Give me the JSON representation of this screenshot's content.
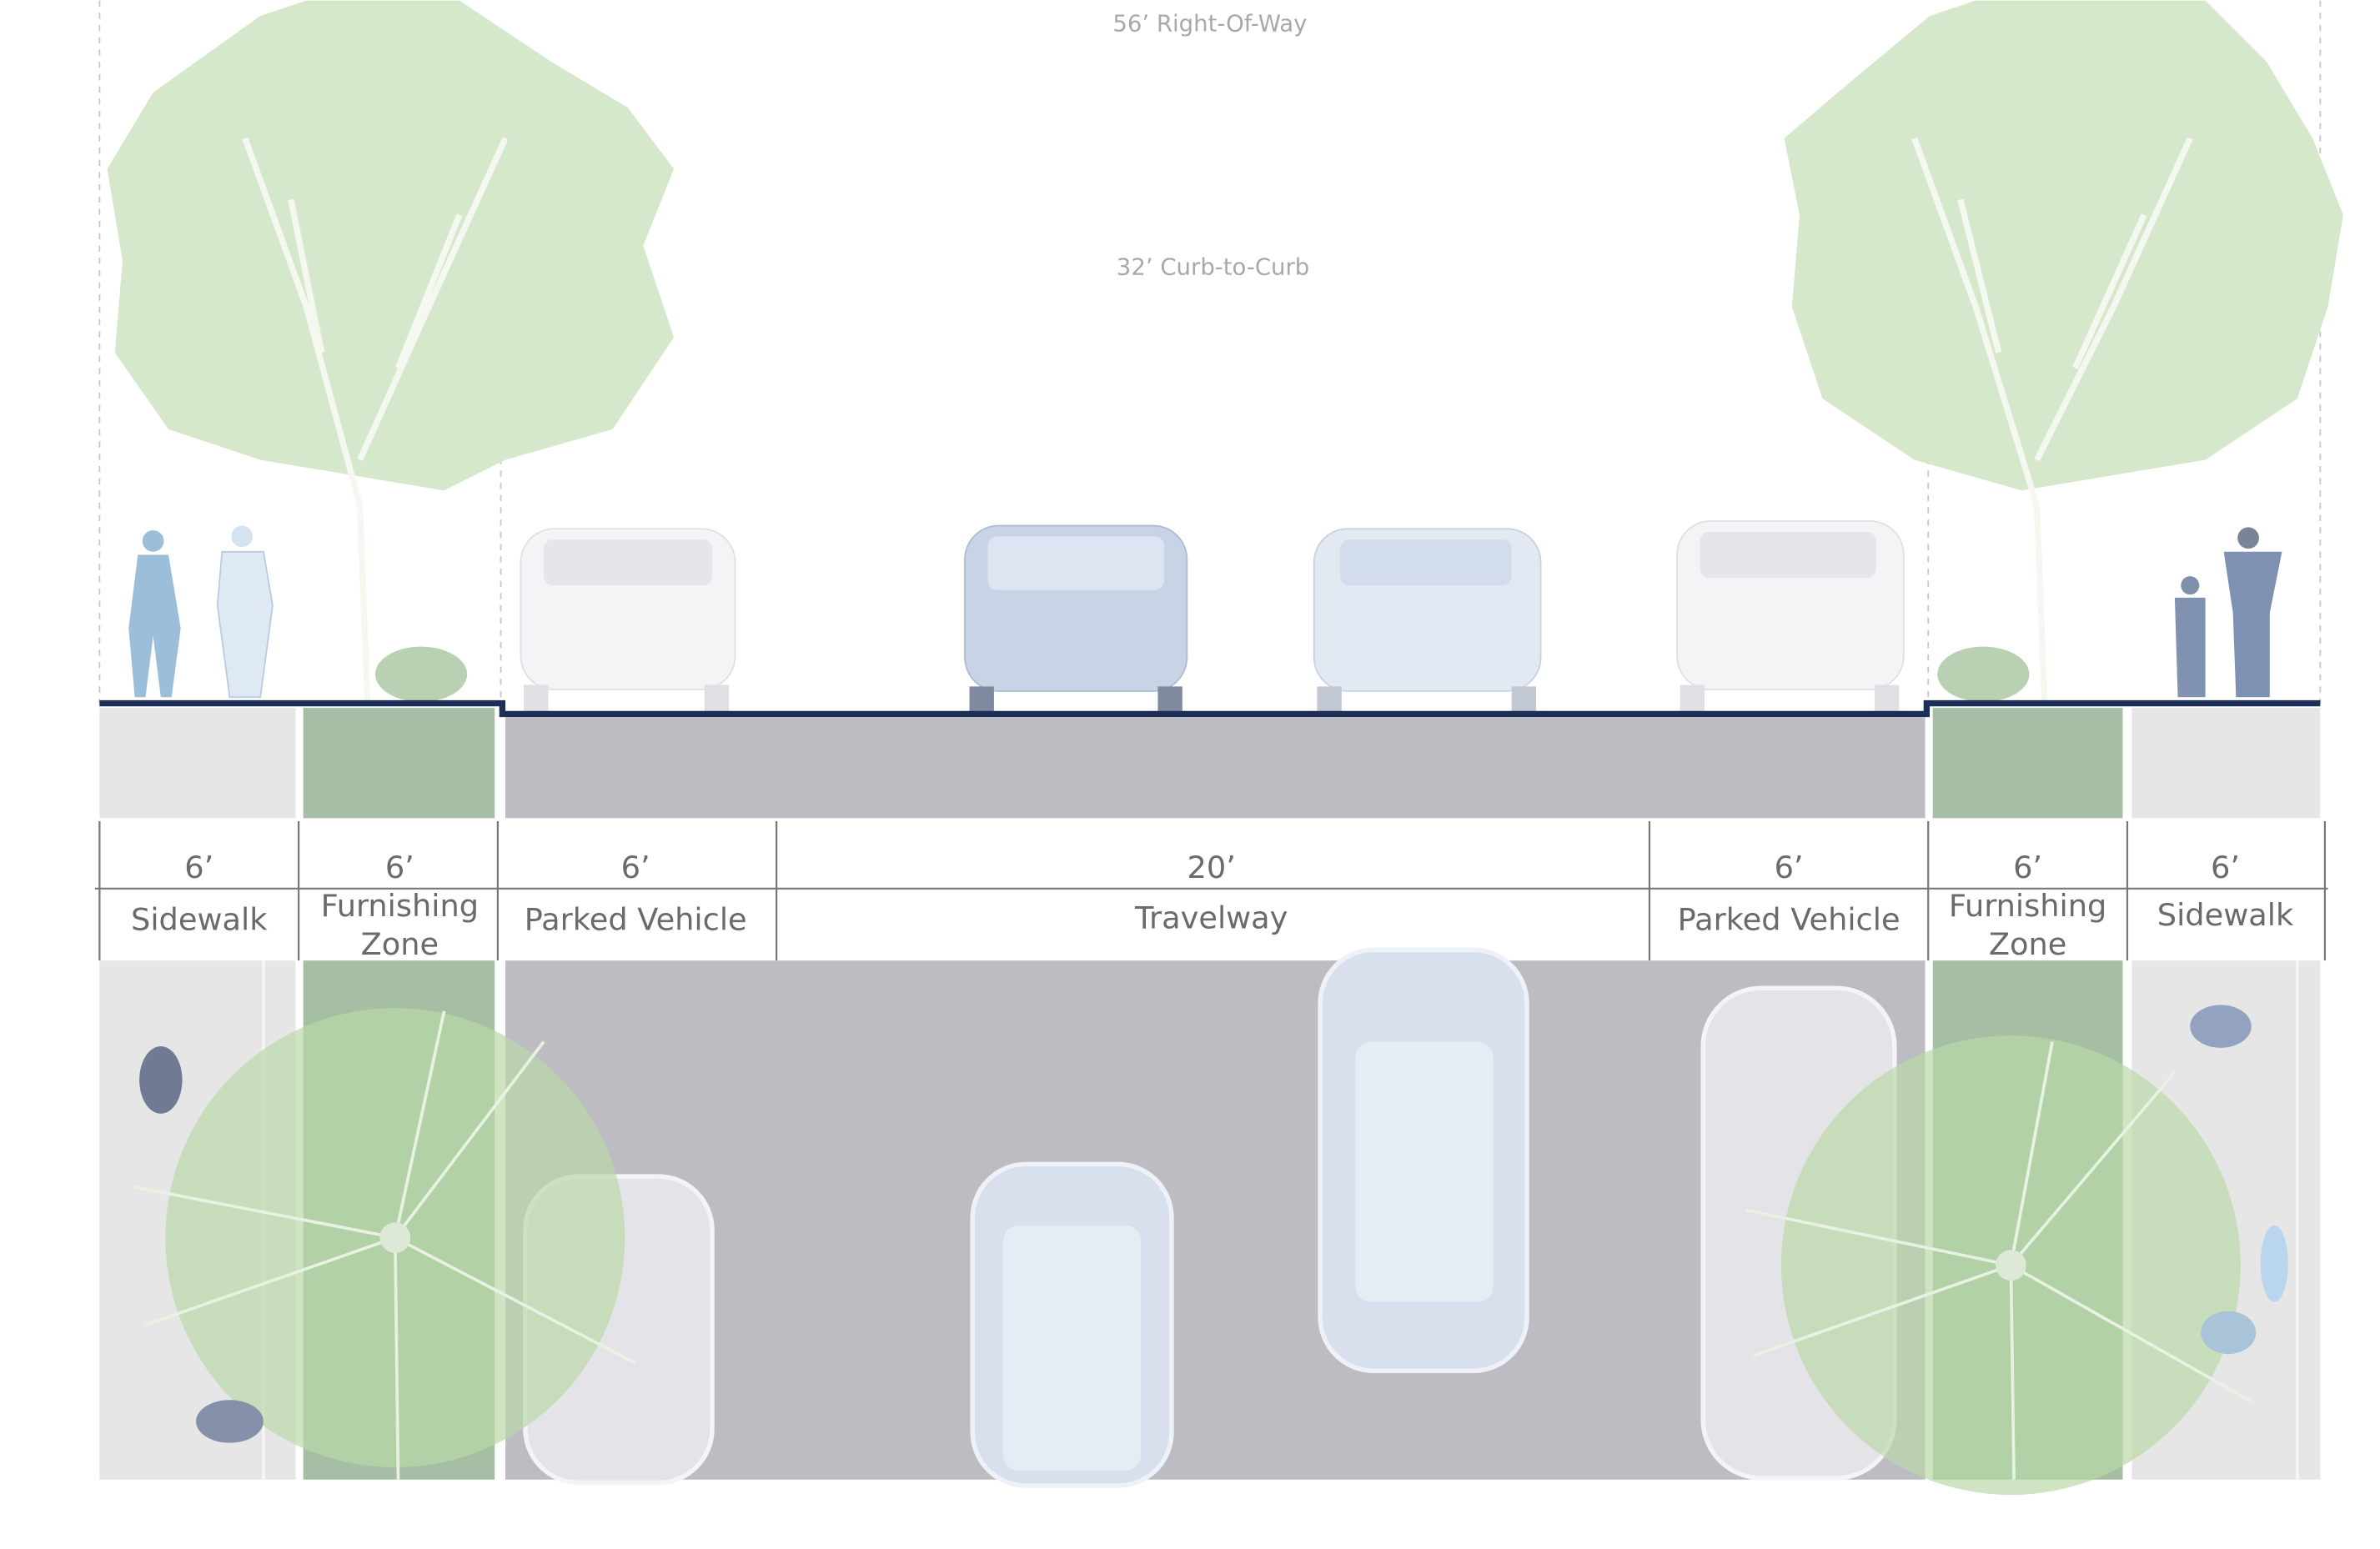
{
  "title": {
    "right_of_way": "56’ Right-Of-Way",
    "curb_to_curb": "32’ Curb-to-Curb"
  },
  "segments": [
    {
      "width": "6’",
      "label": "Sidewalk"
    },
    {
      "width": "6’",
      "label_line1": "Furnishing",
      "label_line2": "Zone"
    },
    {
      "width": "6’",
      "label": "Parked Vehicle"
    },
    {
      "width": "20’",
      "label": "Travelway"
    },
    {
      "width": "6’",
      "label": "Parked Vehicle"
    },
    {
      "width": "6’",
      "label_line1": "Furnishing",
      "label_line2": "Zone"
    },
    {
      "width": "6’",
      "label": "Sidewalk"
    }
  ],
  "colors": {
    "sidewalk": "#e6e6e6",
    "furnishing": "#a6bea4",
    "road": "#bcbcc2",
    "curb_line": "#1e2f57",
    "tree": "#d5e8cc",
    "car_blue": "#c8d4e6",
    "car_white": "#f4f4f6"
  }
}
